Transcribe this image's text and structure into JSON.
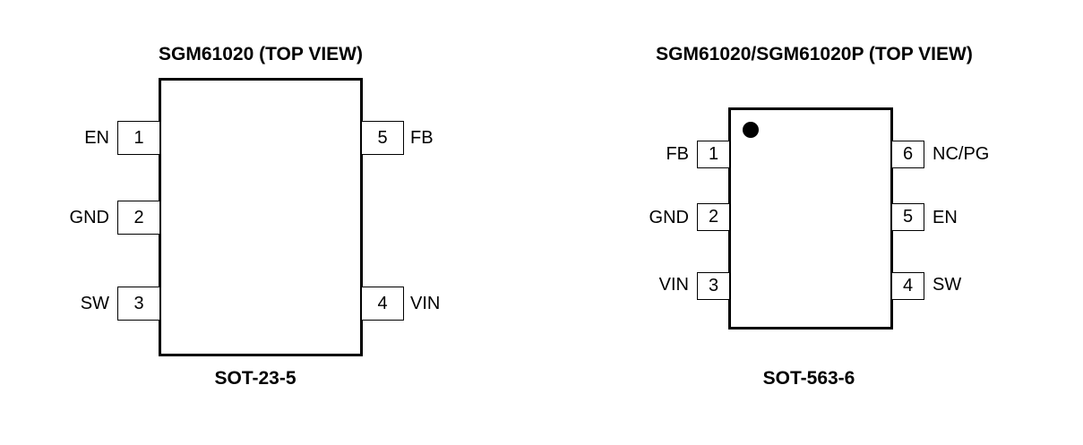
{
  "left": {
    "title": "SGM61020 (TOP VIEW)",
    "package": "SOT-23-5",
    "pins": [
      {
        "num": "1",
        "name": "EN"
      },
      {
        "num": "2",
        "name": "GND"
      },
      {
        "num": "3",
        "name": "SW"
      },
      {
        "num": "4",
        "name": "VIN"
      },
      {
        "num": "5",
        "name": "FB"
      }
    ]
  },
  "right": {
    "title": "SGM61020/SGM61020P (TOP VIEW)",
    "package": "SOT-563-6",
    "pins": [
      {
        "num": "1",
        "name": "FB"
      },
      {
        "num": "2",
        "name": "GND"
      },
      {
        "num": "3",
        "name": "VIN"
      },
      {
        "num": "4",
        "name": "SW"
      },
      {
        "num": "5",
        "name": "EN"
      },
      {
        "num": "6",
        "name": "NC/PG"
      }
    ]
  }
}
